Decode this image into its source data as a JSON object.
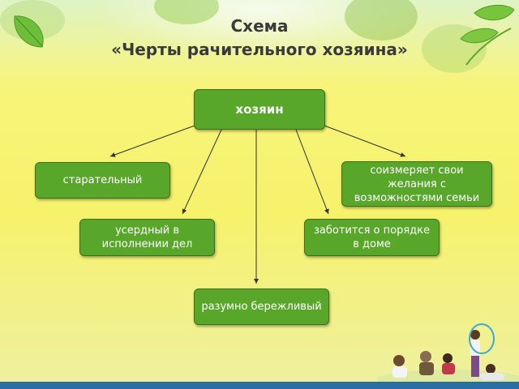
{
  "diagram": {
    "title_line1": "Схема",
    "title_line2": "«Черты рачительного хозяина»",
    "root": "хозяин",
    "nodes": {
      "diligent": "старательный",
      "zealous": "усердный в исполнении дел",
      "thrifty": "разумно бережливый",
      "order": "заботится о порядке в доме",
      "measures": "соизмеряет свои желания с возможностями семьи"
    }
  },
  "colors": {
    "node_fill": "#58a72a",
    "node_border": "#3b6f1e",
    "background_top": "#f7f36a",
    "background_bottom": "#e8ee8e"
  }
}
